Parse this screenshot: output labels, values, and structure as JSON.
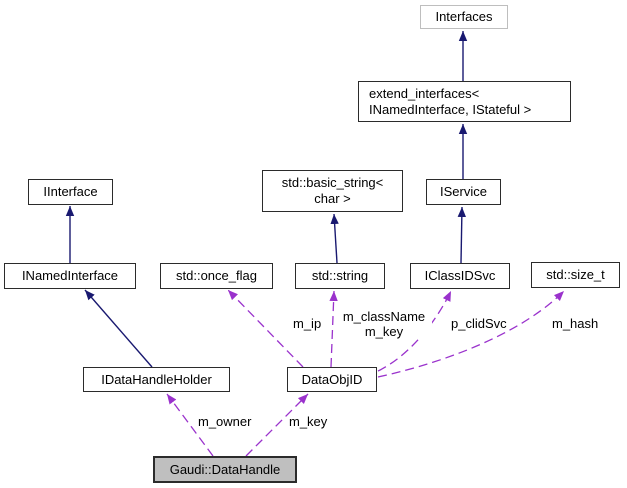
{
  "diagram": {
    "nodes": [
      {
        "id": "interfaces",
        "label": "Interfaces"
      },
      {
        "id": "extend_interfaces",
        "label": "extend_interfaces<\n INamedInterface, IStateful >"
      },
      {
        "id": "iinterface",
        "label": "IInterface"
      },
      {
        "id": "std_basic_string",
        "label": "std::basic_string<\n char >"
      },
      {
        "id": "iservice",
        "label": "IService"
      },
      {
        "id": "inamedinterface",
        "label": "INamedInterface"
      },
      {
        "id": "std_once_flag",
        "label": "std::once_flag"
      },
      {
        "id": "std_string",
        "label": "std::string"
      },
      {
        "id": "iclassidsvc",
        "label": "IClassIDSvc"
      },
      {
        "id": "std_size_t",
        "label": "std::size_t"
      },
      {
        "id": "idatahandleholder",
        "label": "IDataHandleHolder"
      },
      {
        "id": "dataobjid",
        "label": "DataObjID"
      },
      {
        "id": "gaudi_datahandle",
        "label": "Gaudi::DataHandle"
      }
    ],
    "edges": [
      {
        "from": "Gaudi::DataHandle",
        "to": "IDataHandleHolder",
        "type": "usage",
        "label": "m_owner"
      },
      {
        "from": "Gaudi::DataHandle",
        "to": "DataObjID",
        "type": "usage",
        "label": "m_key"
      },
      {
        "from": "DataObjID",
        "to": "std::once_flag",
        "type": "usage",
        "label": "m_ip"
      },
      {
        "from": "DataObjID",
        "to": "std::string",
        "type": "usage",
        "label": "m_className\nm_key"
      },
      {
        "from": "DataObjID",
        "to": "IClassIDSvc",
        "type": "usage",
        "label": "p_clidSvc"
      },
      {
        "from": "DataObjID",
        "to": "std::size_t",
        "type": "usage",
        "label": "m_hash"
      },
      {
        "from": "INamedInterface",
        "to": "IInterface",
        "type": "inheritance",
        "label": ""
      },
      {
        "from": "IDataHandleHolder",
        "to": "INamedInterface",
        "type": "inheritance",
        "label": ""
      },
      {
        "from": "std::string",
        "to": "std::basic_string< char >",
        "type": "inheritance",
        "label": ""
      },
      {
        "from": "extend_interfaces< INamedInterface, IStateful >",
        "to": "Interfaces",
        "type": "inheritance",
        "label": ""
      },
      {
        "from": "IService",
        "to": "extend_interfaces< INamedInterface, IStateful >",
        "type": "inheritance",
        "label": ""
      },
      {
        "from": "IClassIDSvc",
        "to": "IService",
        "type": "inheritance",
        "label": ""
      }
    ]
  },
  "colors": {
    "inheritance_arrow": "#191970",
    "usage_arrow": "#9a32cc",
    "node_border": "#2b2b2b",
    "undocumented_border": "#bebebe",
    "highlighted_fill": "#bfbfbf",
    "node_fill": "#ffffff",
    "background": "#ffffff",
    "text": "#000000"
  }
}
